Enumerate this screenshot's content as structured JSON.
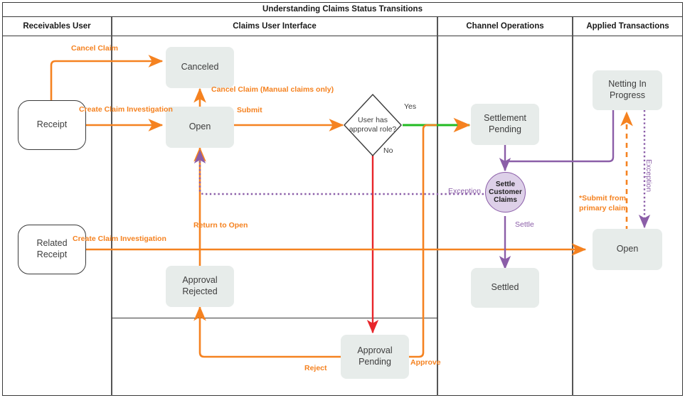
{
  "title": "Understanding Claims Status Transitions",
  "lanes": [
    {
      "id": "receivables-user",
      "label": "Receivables User"
    },
    {
      "id": "claims-user-interface",
      "label": "Claims User Interface"
    },
    {
      "id": "channel-operations",
      "label": "Channel Operations"
    },
    {
      "id": "applied-transactions",
      "label": "Applied Transactions"
    }
  ],
  "nodes": {
    "receipt": "Receipt",
    "related_receipt": "Related\nReceipt",
    "canceled": "Canceled",
    "open": "Open",
    "approval_rejected": "Approval\nRejected",
    "approval_pending": "Approval\nPending",
    "settlement_pending": "Settlement\nPending",
    "settled": "Settled",
    "netting_in_progress": "Netting In\nProgress",
    "applied_open": "Open"
  },
  "decision": {
    "text": "User has\napproval role?",
    "yes": "Yes",
    "no": "No"
  },
  "process": {
    "settle_customer_claims": "Settle\nCustomer\nClaims"
  },
  "edges": [
    {
      "id": "cancel-claim",
      "label": "Cancel Claim",
      "color": "#f58220"
    },
    {
      "id": "create-claim-investigation",
      "label": "Create Claim Investigation",
      "color": "#f58220"
    },
    {
      "id": "cancel-claim-manual",
      "label": "Cancel Claim (Manual claims only)",
      "color": "#f58220"
    },
    {
      "id": "submit",
      "label": "Submit",
      "color": "#f58220"
    },
    {
      "id": "return-to-open",
      "label": "Return to Open",
      "color": "#f58220"
    },
    {
      "id": "create-claim-investigation-2",
      "label": "Create Claim Investigation",
      "color": "#f58220"
    },
    {
      "id": "reject",
      "label": "Reject",
      "color": "#f58220"
    },
    {
      "id": "approve",
      "label": "Approve",
      "color": "#f58220"
    },
    {
      "id": "submit-from-primary-claim",
      "label": "*Submit from\nprimary claim",
      "color": "#f58220"
    },
    {
      "id": "exception-left",
      "label": "Exception",
      "color": "#8b5ea8"
    },
    {
      "id": "exception-right",
      "label": "Exception",
      "color": "#8b5ea8"
    },
    {
      "id": "settle",
      "label": "Settle",
      "color": "#8b5ea8"
    }
  ],
  "labels": {
    "cancel_claim": "Cancel Claim",
    "create_claim_investigation": "Create Claim Investigation",
    "cancel_claim_manual": "Cancel Claim (Manual claims only)",
    "submit": "Submit",
    "return_to_open": "Return to Open",
    "create_claim_investigation_2": "Create Claim Investigation",
    "reject": "Reject",
    "approve": "Approve",
    "submit_from_primary_1": "*Submit from",
    "submit_from_primary_2": "primary claim",
    "exception_left": "Exception",
    "exception_right": "Exception",
    "settle": "Settle",
    "yes": "Yes",
    "no": "No"
  },
  "colors": {
    "orange": "#f58220",
    "purple": "#8b5ea8",
    "green": "#22bb22",
    "red": "#e8252a",
    "node_fill": "#e7ecea",
    "circle_fill": "#ddd0e8",
    "stroke": "#3a3a3a"
  }
}
